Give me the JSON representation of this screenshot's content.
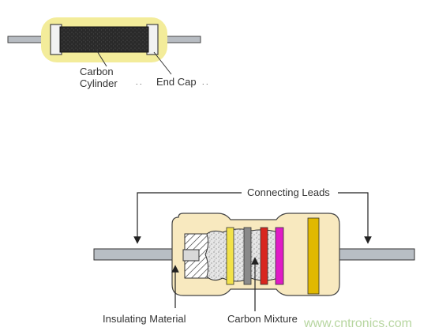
{
  "top_diagram": {
    "label_carbon_line1": "Carbon",
    "label_carbon_line2": "Cylinder",
    "label_dots_a": ". .",
    "label_end_cap": "End Cap",
    "label_dots_b": ". ."
  },
  "bottom_diagram": {
    "label_connecting_leads": "Connecting Leads",
    "label_insulating_material": "Insulating Material",
    "label_carbon_mixture": "Carbon Mixture"
  },
  "watermark": "www.cntronics.com",
  "colors": {
    "body_yellow": "#f3ec9a",
    "body_beige": "#f8e9bf",
    "carbon_black": "#2b2b2b",
    "band_yellow": "#f2e24a",
    "band_gray": "#8a8a8a",
    "band_red": "#d8261f",
    "band_magenta": "#e01bc6",
    "band_gold": "#e1b900",
    "lead_gray": "#b8bec4",
    "watermark_green": "#b7d6a0"
  },
  "icons": [
    "carbon-cylinder",
    "end-cap",
    "lead-wire",
    "hatched-insulation",
    "speckle-carbon-mixture",
    "arrowhead"
  ]
}
